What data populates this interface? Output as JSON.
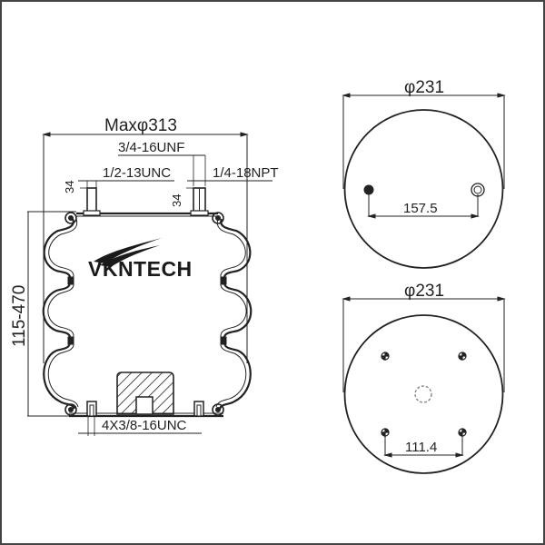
{
  "drawing": {
    "logo_text": "VKNTECH",
    "side_view": {
      "max_diameter": "Maxφ313",
      "top_port_thread": "3/4-16UNF",
      "left_stud_thread": "1/2-13UNC",
      "air_fitting_thread": "1/4-18NPT",
      "stud_height_left": "34",
      "stud_height_right": "34",
      "height_range": "115-470",
      "bottom_stud_thread": "4X3/8-16UNC"
    },
    "top_plate_view": {
      "diameter": "φ231",
      "bolt_spacing": "157.5"
    },
    "bottom_plate_view": {
      "diameter": "φ231",
      "bolt_spacing": "111.4"
    }
  },
  "colors": {
    "line": "#222222",
    "frame": "#444444",
    "background": "#ffffff"
  }
}
